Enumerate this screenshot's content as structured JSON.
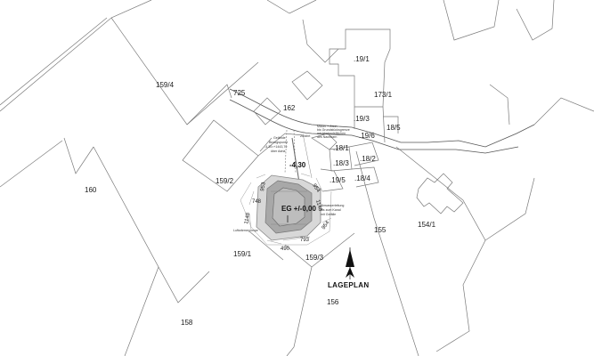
{
  "plan": {
    "title": "LAGEPLAN",
    "parcels": {
      "p159_4": "159/4",
      "p725": "725",
      "p162": "162",
      "p19_1": ".19/1",
      "p173_1": "173/1",
      "p19_3": ".19/3",
      "p18_5": "18/5",
      "p19_6": ".19/6",
      "p18_1": ".18/1",
      "p18_2": ".18/2",
      "p18_3": ".18/3",
      "p19_5": ".19/5",
      "p18_4": ".18/4",
      "p160": "160",
      "p159_2": "159/2",
      "p155": "155",
      "p154_1": "154/1",
      "p159_1": "159/1",
      "p159_3": "159/3",
      "p156": "156",
      "p158": "158"
    },
    "building": {
      "floor_label": "EG +/-0,00",
      "height_value": "-4,30",
      "dims": [
        "953",
        "748",
        "1148",
        "954",
        "1148",
        "793",
        "954",
        "490"
      ]
    },
    "notes": {
      "note_left_1": "Gelände",
      "note_left_2": "Bezugspunkt",
      "note_left_3": "-4,30=+1443,70",
      "note_left_4": "über Adria",
      "note_top_1": "Zufahrt",
      "note_right_top_1": "Mauer + Zaun",
      "note_right_top_2": "bis Grundstücksgrenze",
      "note_right_top_3": "mit Abstandsflächen",
      "note_right_top_4": "des Nachbarn",
      "note_right_mid_1": "Abwasserleitung",
      "note_right_mid_2": "bis zum Kanal",
      "note_right_mid_3": "mit Gefälle",
      "note_bottom_left": "Luftwärmepumpe"
    },
    "north_arrow_icon": "north-arrow-icon"
  }
}
